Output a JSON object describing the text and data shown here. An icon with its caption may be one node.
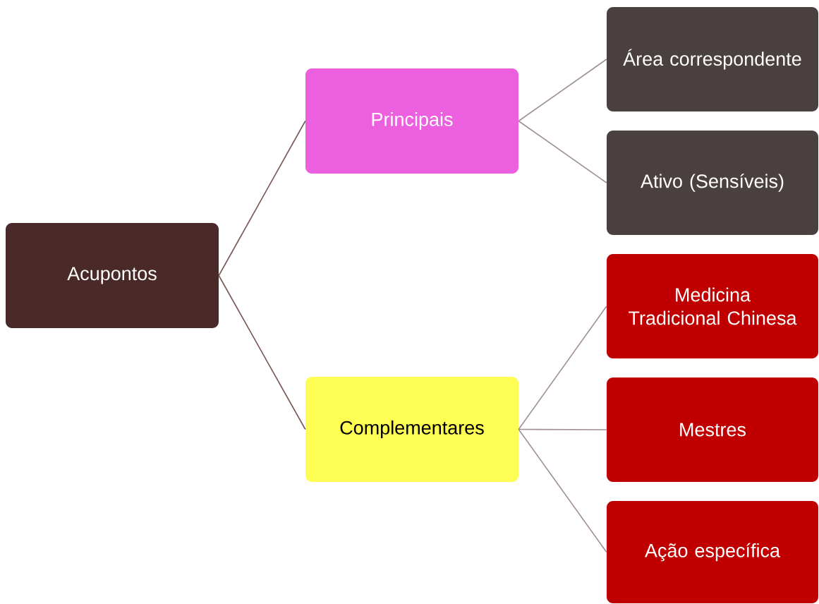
{
  "diagram": {
    "nodes": [
      {
        "text": [
          "Acupontos"
        ]
      },
      {
        "text": [
          "Principais"
        ]
      },
      {
        "text": [
          "Complementares"
        ]
      },
      {
        "text": [
          "Área correspondente"
        ]
      },
      {
        "text": [
          "Ativo (Sensíveis)"
        ]
      },
      {
        "text": [
          "Medicina Tradicional Chinesa"
        ]
      },
      {
        "text": [
          "Mestres"
        ]
      },
      {
        "text": [
          "Ação específica"
        ]
      }
    ],
    "edges": [
      {
        "from": 0,
        "to": 1,
        "arrow": "none",
        "color": "#7b5553"
      },
      {
        "from": 0,
        "to": 2,
        "arrow": "none",
        "color": "#7b5553"
      },
      {
        "from": 1,
        "to": 3,
        "arrow": "none"
      },
      {
        "from": 1,
        "to": 4,
        "arrow": "none"
      },
      {
        "from": 2,
        "to": 5,
        "arrow": "none"
      },
      {
        "from": 2,
        "to": 6,
        "arrow": "none"
      },
      {
        "from": 2,
        "to": 7,
        "arrow": "none"
      }
    ]
  }
}
